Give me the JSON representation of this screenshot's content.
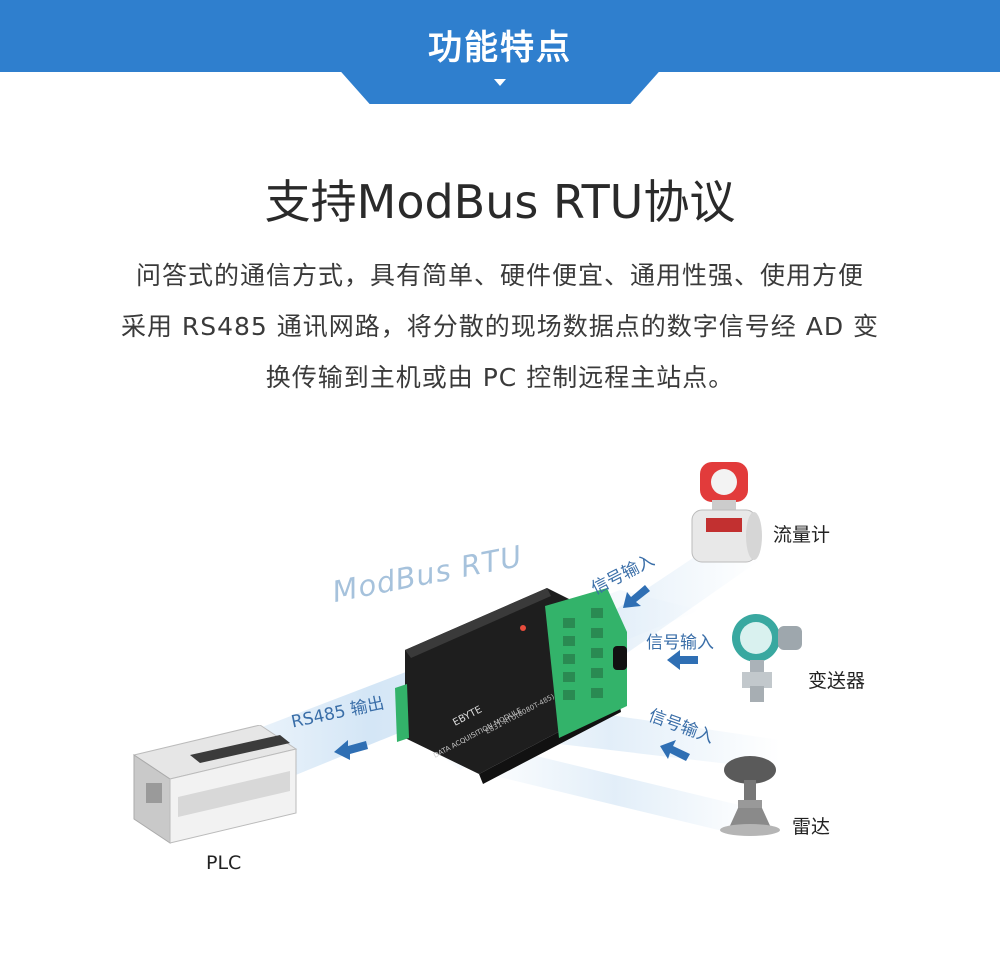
{
  "header": {
    "title": "功能特点"
  },
  "headline": "支持ModBus RTU协议",
  "paragraph": [
    "问答式的通信方式，具有简单、硬件便宜、通用性强、使用方便",
    "采用 RS485 通讯网路，将分散的现场数据点的数字信号经 AD 变",
    "换传输到主机或由 PC 控制远程主站点。"
  ],
  "diagram": {
    "protocol_label": "ModBus RTU",
    "output_label": "RS485 输出",
    "input_label": "信号输入",
    "device_text": {
      "brand": "EBYTE",
      "model": "E831-RTU(8080T-485)",
      "module": "DATA ACQUISITION MODULE"
    },
    "devices": {
      "plc": "PLC",
      "flowmeter": "流量计",
      "transmitter": "变送器",
      "radar": "雷达"
    }
  },
  "colors": {
    "accent": "#2f7fce",
    "arrow": "#2f6fb4",
    "label_blue": "#3a6ea8"
  }
}
